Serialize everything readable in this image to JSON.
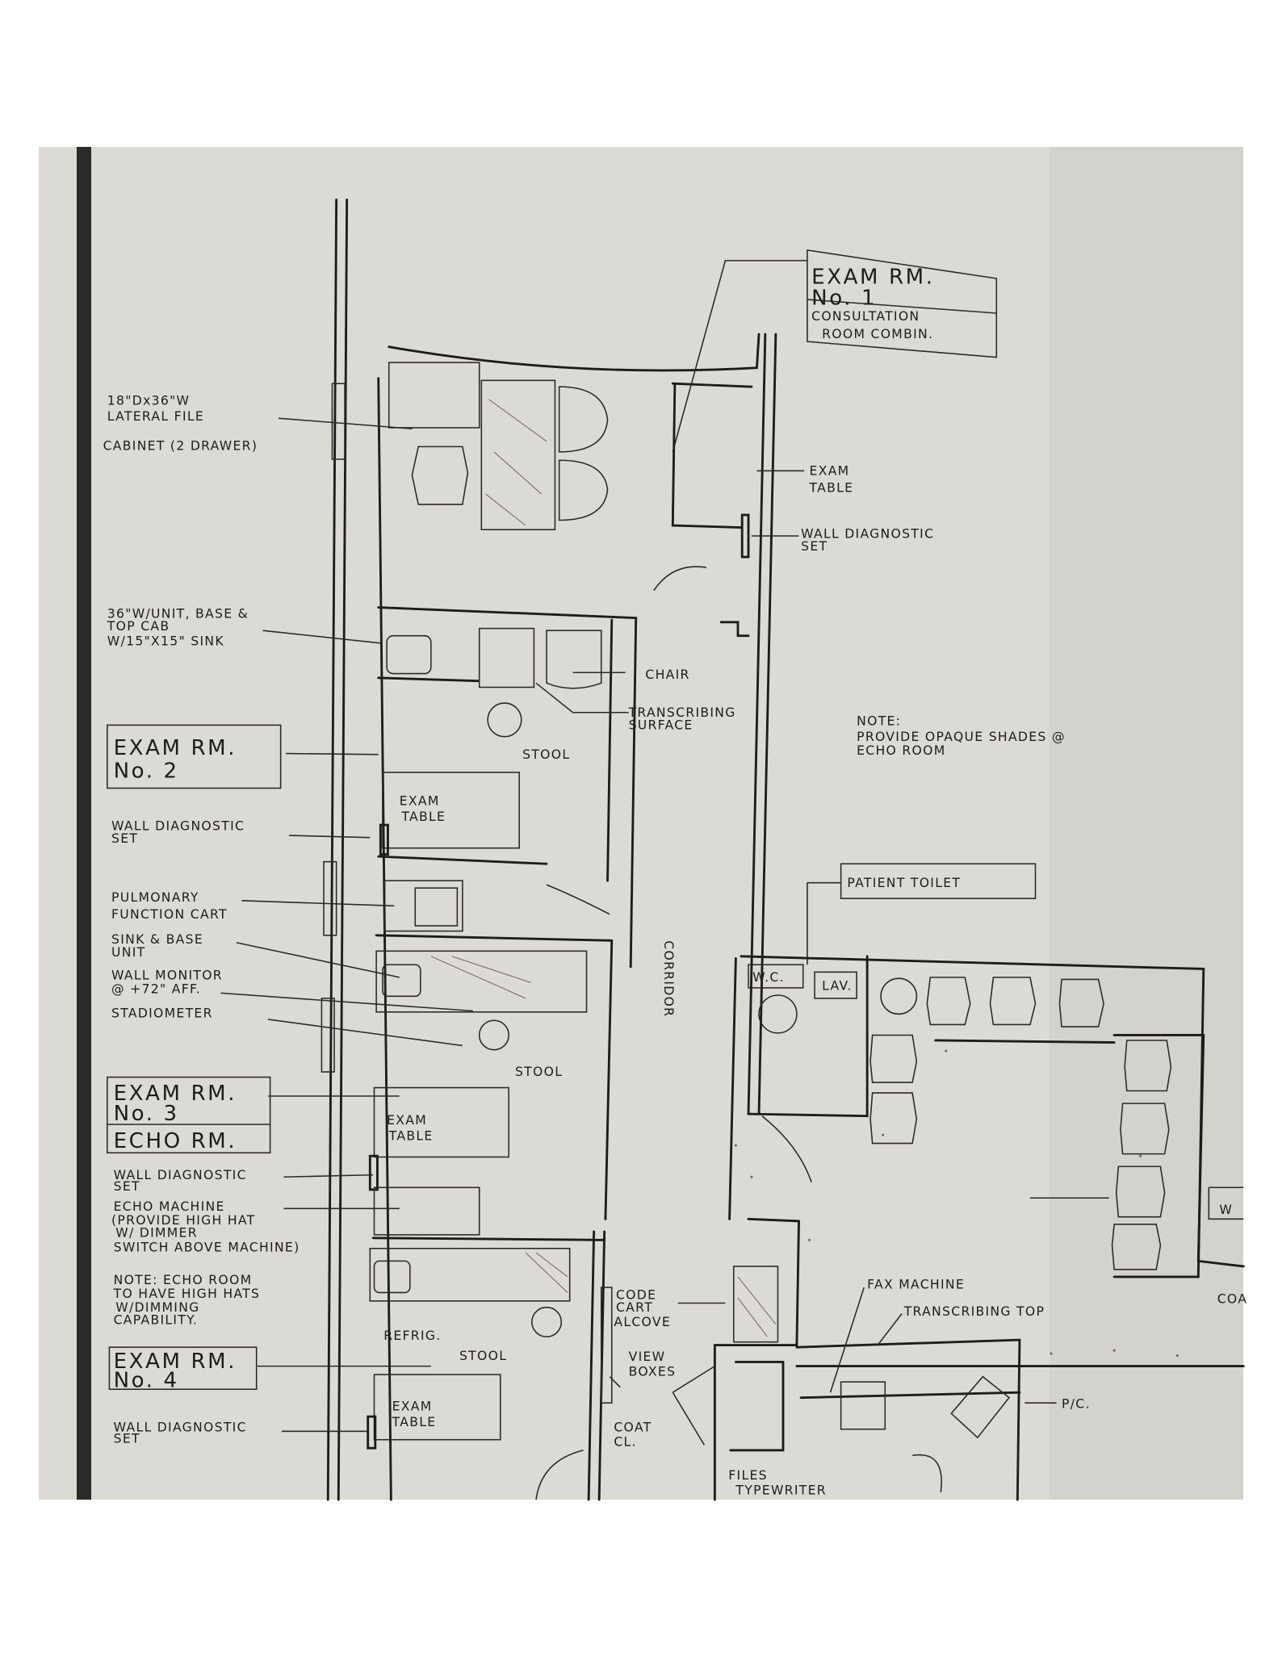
{
  "drawing": {
    "room_tags": {
      "exam1_line1": "EXAM RM.",
      "exam1_line2": "No. 1",
      "exam1_sub1": "CONSULTATION",
      "exam1_sub2": "ROOM COMBIN.",
      "exam2_line1": "EXAM RM.",
      "exam2_line2": "No. 2",
      "exam3_line1": "EXAM RM.",
      "exam3_line2": "No. 3",
      "exam3_sub": "ECHO RM.",
      "exam4_line1": "EXAM RM.",
      "exam4_line2": "No. 4",
      "patient_toilet": "PATIENT TOILET"
    },
    "labels": {
      "file_cabinet": [
        "18\"Dx36\"W",
        "LATERAL FILE",
        "CABINET (2 DRAWER)"
      ],
      "exam_table_1": [
        "EXAM",
        "TABLE"
      ],
      "wall_diag_1": [
        "WALL DIAGNOSTIC",
        "SET"
      ],
      "sink_unit": [
        "36\"W/UNIT, BASE &",
        "TOP CAB",
        "W/15\"X15\" SINK"
      ],
      "chair": "CHAIR",
      "transcribing_surface": [
        "TRANSCRIBING",
        "SURFACE"
      ],
      "stool_1": "STOOL",
      "exam_table_2": [
        "EXAM",
        "TABLE"
      ],
      "note_shades": [
        "NOTE:",
        "PROVIDE OPAQUE SHADES @",
        "ECHO ROOM"
      ],
      "wall_diag_2": [
        "WALL DIAGNOSTIC",
        "SET"
      ],
      "pulmonary_cart": [
        "PULMONARY",
        "FUNCTION CART"
      ],
      "sink_base": [
        "SINK & BASE",
        "UNIT"
      ],
      "wall_monitor": [
        "WALL MONITOR",
        "@ +72\" AFF."
      ],
      "stadiometer": "STADIOMETER",
      "wc": "W.C.",
      "lav": "LAV.",
      "corridor": "CORRIDOR",
      "stool_2": "STOOL",
      "exam_table_3": [
        "EXAM",
        "TABLE"
      ],
      "wall_diag_3": [
        "WALL DIAGNOSTIC",
        "SET"
      ],
      "echo_machine": [
        "ECHO MACHINE",
        "(PROVIDE HIGH HAT",
        "W/ DIMMER",
        "SWITCH ABOVE MACHINE)"
      ],
      "note_echo": [
        "NOTE: ECHO ROOM",
        "TO HAVE HIGH HATS",
        "W/DIMMING",
        "CAPABILITY."
      ],
      "refrig": "REFRIG.",
      "stool_3": "STOOL",
      "exam_table_4": [
        "EXAM",
        "TABLE"
      ],
      "wall_diag_4": [
        "WALL DIAGNOSTIC",
        "SET"
      ],
      "code_cart": [
        "CODE",
        "CART",
        "ALCOVE"
      ],
      "view_boxes": [
        "VIEW",
        "BOXES"
      ],
      "coat_closet": [
        "COAT",
        "CL."
      ],
      "fax": "FAX MACHINE",
      "transcribing_top": "TRANSCRIBING TOP",
      "pc": "P/C.",
      "files": "FILES",
      "typewriter": "TYPEWRITER",
      "partial_w": "W",
      "partial_coa": "COA"
    }
  }
}
